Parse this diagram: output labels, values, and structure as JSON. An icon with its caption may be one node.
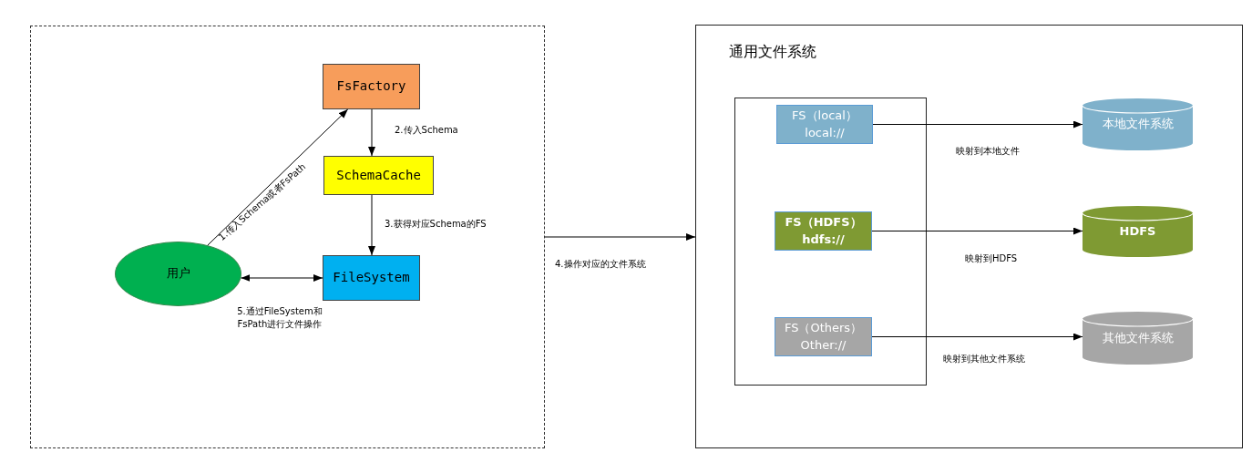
{
  "diagram": {
    "nodes": [
      {
        "text": [],
        "shape": "box"
      },
      {
        "text": [
          "FsFactory"
        ],
        "in": 0
      },
      {
        "text": [
          "SchemaCache"
        ],
        "in": 0
      },
      {
        "text": [
          "用户"
        ],
        "in": 0
      },
      {
        "text": [
          "FileSystem"
        ],
        "in": 0
      },
      {
        "text": [
          "通用文件系统"
        ]
      },
      {
        "text": [],
        "shape": "box",
        "in": 5
      },
      {
        "text": [
          "FS（local）",
          "local://"
        ],
        "in": 6
      },
      {
        "text": [
          "FS（HDFS）",
          "hdfs://"
        ],
        "in": 6
      },
      {
        "text": [
          "FS（Others）",
          "Other://"
        ],
        "in": 6
      },
      {
        "text": [
          "本地文件系统"
        ],
        "in": 5
      },
      {
        "text": [
          "HDFS"
        ],
        "in": 5
      },
      {
        "text": [
          "其他文件系统"
        ],
        "in": 5
      }
    ],
    "edges": [
      {
        "from": 3,
        "to": 1,
        "arrow": "to",
        "label": "1.传入Schema或者FsPath"
      },
      {
        "from": 1,
        "to": 2,
        "arrow": "to",
        "label": "2.传入Schema"
      },
      {
        "from": 2,
        "to": 4,
        "arrow": "to",
        "label": "3.获得对应Schema的FS"
      },
      {
        "from": 3,
        "to": 4,
        "arrow": "both",
        "label": "5.通过FileSystem和FsPath进行文件操作"
      },
      {
        "from": 0,
        "to": 5,
        "arrow": "to",
        "label": "4.操作对应的文件系统"
      },
      {
        "from": 7,
        "to": 10,
        "arrow": "to",
        "label": "映射到本地文件"
      },
      {
        "from": 8,
        "to": 11,
        "arrow": "to",
        "label": "映射到HDFS"
      },
      {
        "from": 9,
        "to": 12,
        "arrow": "to",
        "label": "映射到其他文件系统"
      }
    ]
  }
}
